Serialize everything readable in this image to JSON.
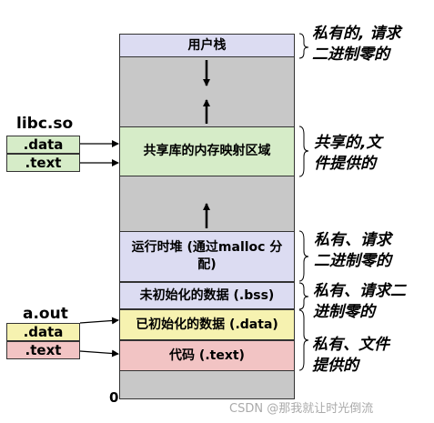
{
  "segments": {
    "stack": "用户栈",
    "shared": "共享库的内存映射区域",
    "heap": "运行时堆 (通过malloc 分配)",
    "bss": "未初始化的数据 (.bss)",
    "data": "已初始化的数据 (.data)",
    "text": "代码 (.text)",
    "bottom_address": "0"
  },
  "libc": {
    "title": "libc.so",
    "sections": [
      ".data",
      ".text"
    ]
  },
  "aout": {
    "title": "a.out",
    "sections": [
      ".data",
      ".text"
    ]
  },
  "notes": {
    "stack": [
      "私有的, 请求",
      "二进制零的"
    ],
    "shared": [
      "共享的,文",
      "件提供的"
    ],
    "heap": [
      "私有、请求",
      "二进制零的"
    ],
    "bss": [
      "私有、请求二",
      "进制零的"
    ],
    "text": [
      "私有、文件",
      "提供的"
    ]
  },
  "watermark": "CSDN @那我就让时光倒流",
  "colors": {
    "background_gap": "#c8c8c8",
    "private_segment": "#dcdcf2",
    "shared_segment": "#d6ecc8",
    "data_segment": "#f6f2b0",
    "text_segment": "#f2c4c4"
  }
}
